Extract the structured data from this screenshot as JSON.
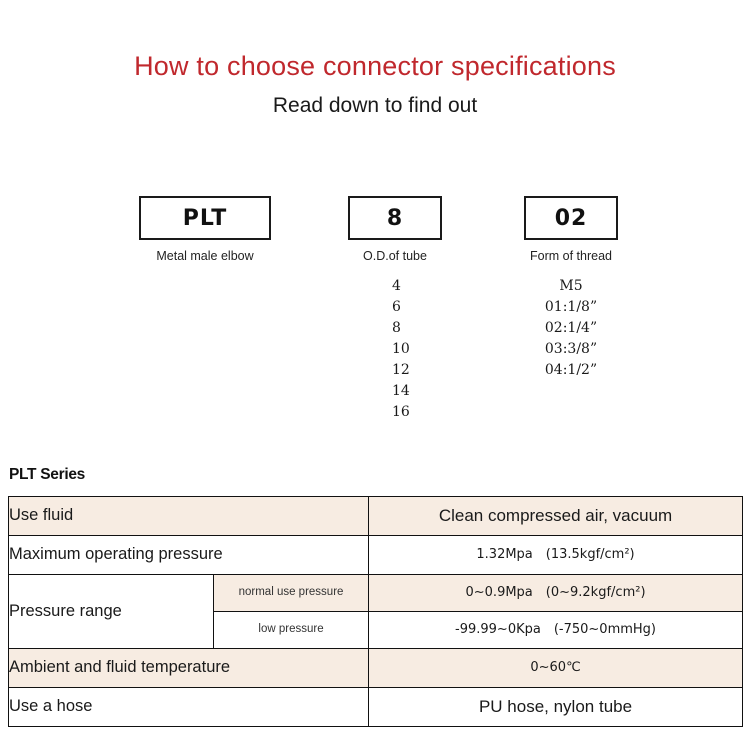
{
  "header": {
    "title": "How to choose connector specifications",
    "subtitle": "Read down to find out",
    "title_color": "#c0282d"
  },
  "code_breakdown": {
    "groups": [
      {
        "code": "PLT",
        "caption": "Metal male elbow",
        "options": []
      },
      {
        "code": "8",
        "caption": "O.D.of tube",
        "options": [
          "4",
          "6",
          "8",
          "10",
          "12",
          "14",
          "16"
        ]
      },
      {
        "code": "02",
        "caption": "Form of thread",
        "options": [
          "M5",
          "01:1/8”",
          "02:1/4”",
          "03:3/8”",
          "04:1/2”"
        ]
      }
    ]
  },
  "series_label": "PLT Series",
  "spec_table": {
    "shade_color": "#f7ece2",
    "rows": [
      {
        "label": "Use fluid",
        "value": "Clean compressed air, vacuum"
      },
      {
        "label": "Maximum operating pressure",
        "value": "1.32Mpa　(13.5kgf/cm²)"
      },
      {
        "label": "Pressure range",
        "sub_rows": [
          {
            "sublabel": "normal use pressure",
            "value": "0~0.9Mpa　(0~9.2kgf/cm²)"
          },
          {
            "sublabel": "low pressure",
            "value": "-99.99~0Kpa　(-750~0mmHg)"
          }
        ]
      },
      {
        "label": "Ambient and fluid temperature",
        "value": "0~60℃"
      },
      {
        "label": "Use a hose",
        "value": "PU hose, nylon tube"
      }
    ]
  }
}
